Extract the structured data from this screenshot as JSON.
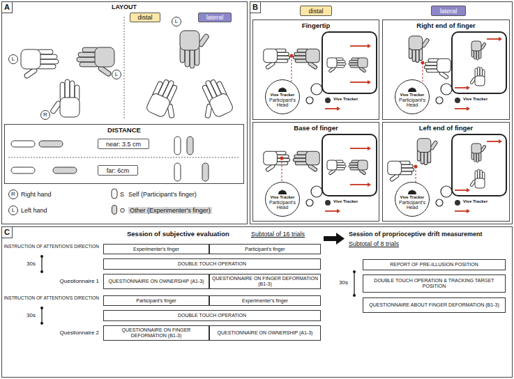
{
  "diagram": {
    "nodes": [
      {
        "text": [
          "A"
        ]
      },
      {
        "text": [
          "distal"
        ],
        "in": 0
      },
      {
        "text": [
          "lateral"
        ],
        "in": 0
      },
      {
        "text": [
          "L"
        ],
        "in": 0
      },
      {
        "text": [
          "L"
        ],
        "in": 0
      },
      {
        "text": [
          "R"
        ],
        "in": 0
      },
      {
        "text": [
          "L"
        ],
        "in": 0
      },
      {
        "text": [
          "DISTANCE"
        ],
        "in": 0
      },
      {
        "text": [
          "near: 3.5 cm"
        ],
        "in": 7
      },
      {
        "text": [
          "far: 6cm"
        ],
        "in": 7
      },
      {
        "text": [
          "R"
        ],
        "in": 0
      },
      {
        "text": [
          "L"
        ],
        "in": 0
      },
      {
        "text": [
          "B"
        ]
      },
      {
        "text": [
          "distal"
        ],
        "in": 12
      },
      {
        "text": [
          "lateral"
        ],
        "in": 12
      },
      {
        "text": [
          "Fingertip"
        ],
        "in": 12
      },
      {
        "text": [
          "Vive Tracker",
          "Participant's Head"
        ],
        "in": 15
      },
      {
        "text": [
          "Right end of finger"
        ],
        "in": 12
      },
      {
        "text": [
          "Vive Tracker",
          "Participant's Head"
        ],
        "in": 17
      },
      {
        "text": [
          "Base of finger"
        ],
        "in": 12
      },
      {
        "text": [
          "Vive Tracker",
          "Participant's Head"
        ],
        "in": 19
      },
      {
        "text": [
          "Left end of finger"
        ],
        "in": 12
      },
      {
        "text": [
          "Vive Tracker",
          "Participant's Head"
        ],
        "in": 21
      },
      {
        "text": [
          "C"
        ]
      },
      {
        "text": [
          "Experimenter's finger"
        ],
        "in": 23
      },
      {
        "text": [
          "Participant's finger"
        ],
        "in": 23
      },
      {
        "text": [
          "DOUBLE TOUCH OPERATION"
        ],
        "in": 23
      },
      {
        "text": [
          "QUESTIONNAIRE ON OWNERSHIP (A1-3)"
        ],
        "in": 23
      },
      {
        "text": [
          "QUESTIONNAIRE ON FINGER DEFORMATION (B1-3)"
        ],
        "in": 23
      },
      {
        "text": [
          "Participant's finger"
        ],
        "in": 23
      },
      {
        "text": [
          "Experimenter's finger"
        ],
        "in": 23
      },
      {
        "text": [
          "DOUBLE TOUCH OPERATION"
        ],
        "in": 23
      },
      {
        "text": [
          "QUESTIONNAIRE ON FINGER DEFORMATION (B1-3)"
        ],
        "in": 23
      },
      {
        "text": [
          "QUESTIONNAIRE ON OWNERSHIP (A1-3)"
        ],
        "in": 23
      },
      {
        "text": [
          "REPORT OF PRE-ILLUSION POSITION"
        ],
        "in": 23
      },
      {
        "text": [
          "DOUBLE TOUCH OPERATION & TRACKING TARGET POSITION"
        ],
        "in": 23
      },
      {
        "text": [
          "QUESTIONNAIRE ABOUT FINGER DEFORMATION (B1-3)"
        ],
        "in": 23
      }
    ],
    "labels": [
      "LAYOUT",
      "S",
      "O",
      "Vive Tracker",
      "Vive Tracker",
      "Vive Tracker",
      "Vive Tracker",
      "Session of subjective evaluation",
      "Subtotal of 16 trials",
      "INSTRUCTION OF ATTENTION'S DIRECTION",
      "30s",
      "Questionnaire 1",
      "INSTRUCTION OF ATTENTION'S DIRECTION",
      "30s",
      "Questionnaire 2",
      "Session of proprioceptive drift measurement",
      "Subtotal of 8 trials",
      "30s"
    ],
    "legend": [
      {
        "text": "Right hand"
      },
      {
        "text": "Self (Participant's finger)"
      },
      {
        "text": "Left hand"
      },
      {
        "text": "Other (Experimenter's finger)",
        "color": "#d9d9d9"
      }
    ]
  }
}
